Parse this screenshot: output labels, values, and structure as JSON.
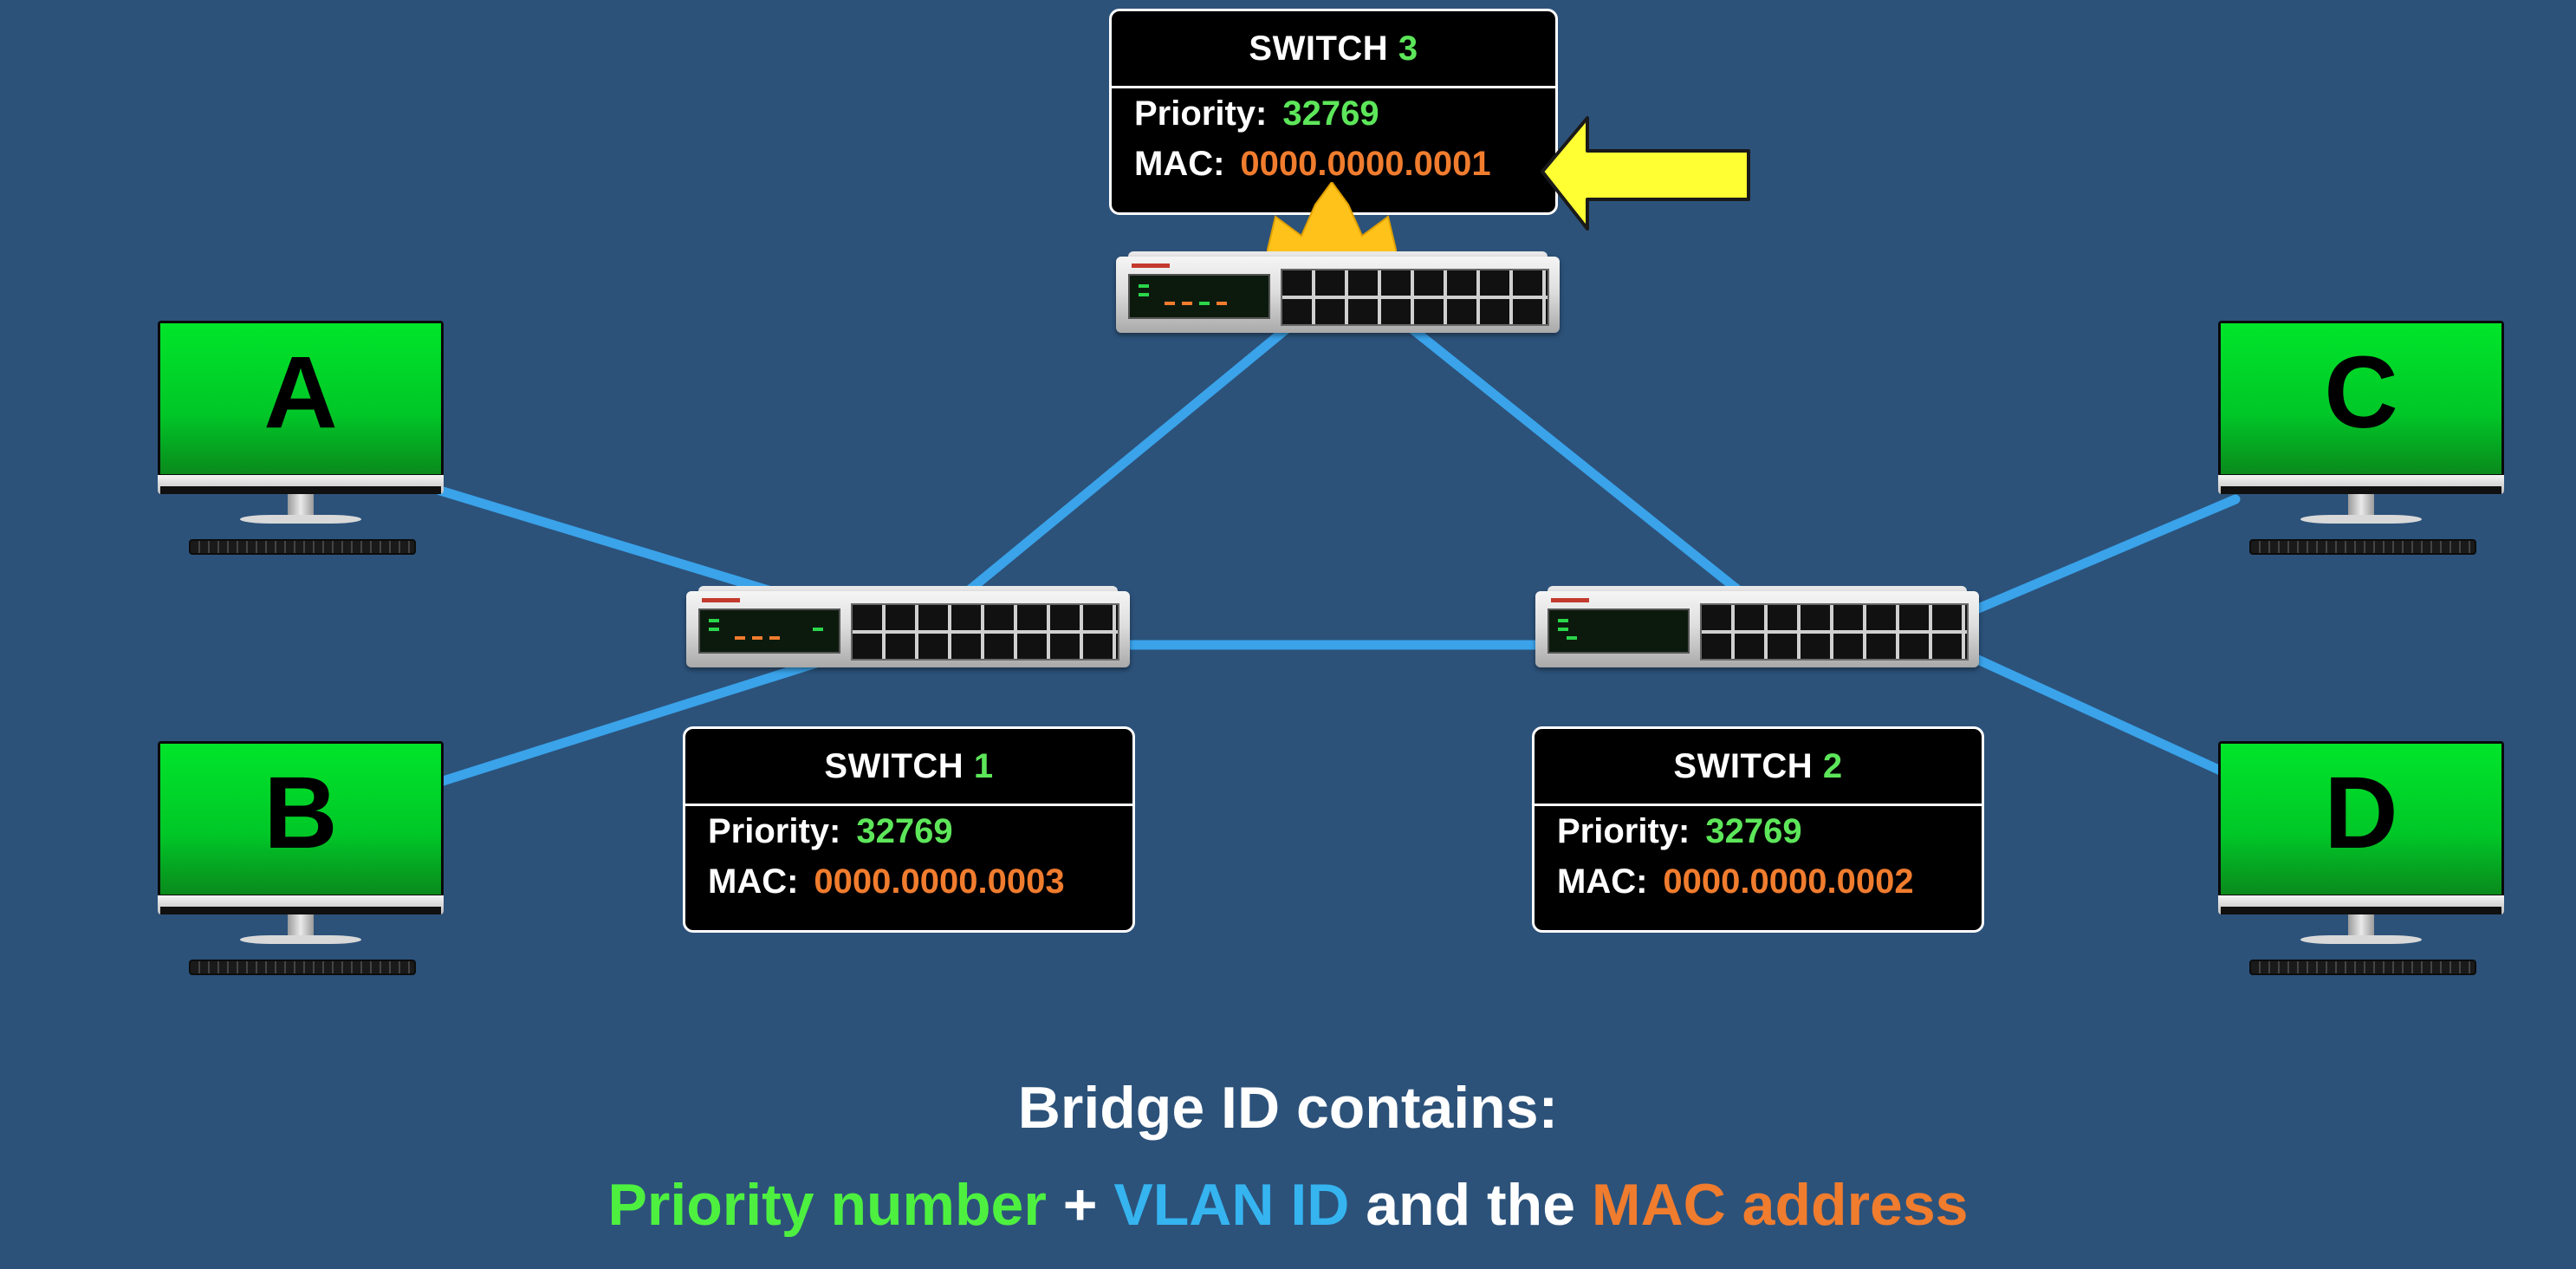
{
  "switches": {
    "switch3": {
      "title_word": "SWITCH",
      "title_num": "3",
      "priority_label": "Priority:",
      "priority": "32769",
      "mac_label": "MAC:",
      "mac": "0000.0000.0001",
      "is_root": true
    },
    "switch1": {
      "title_word": "SWITCH",
      "title_num": "1",
      "priority_label": "Priority:",
      "priority": "32769",
      "mac_label": "MAC:",
      "mac": "0000.0000.0003"
    },
    "switch2": {
      "title_word": "SWITCH",
      "title_num": "2",
      "priority_label": "Priority:",
      "priority": "32769",
      "mac_label": "MAC:",
      "mac": "0000.0000.0002"
    }
  },
  "hosts": {
    "a": "A",
    "b": "B",
    "c": "C",
    "d": "D"
  },
  "caption": {
    "line1": "Bridge ID contains:",
    "priority_number": "Priority number",
    "plus": " + ",
    "vlan_id": "VLAN ID",
    "and_the": " and the ",
    "mac_address": "MAC address"
  },
  "colors": {
    "background": "#2c527a",
    "link": "#3aa3ea",
    "green": "#5de65a",
    "orange": "#f07c2e",
    "blue": "#35b4f0",
    "arrow": "#ffff33",
    "crown": "#ffc21a"
  },
  "icons": {
    "root_marker": "crown-icon",
    "pointer": "arrow-left-icon"
  }
}
